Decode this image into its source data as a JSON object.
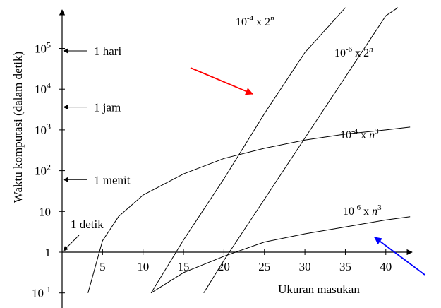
{
  "chart_data": {
    "type": "line",
    "ylabel": "Waktu komputasi (dalam detik)",
    "xlabel": "Ukuran masukan",
    "x_ticks": [
      "5",
      "10",
      "15",
      "20",
      "25",
      "30",
      "35",
      "40"
    ],
    "x_tick_values": [
      5,
      10,
      15,
      20,
      25,
      30,
      35,
      40
    ],
    "y_ticks": [
      {
        "value": -1,
        "base": "10",
        "sup": "-1"
      },
      {
        "value": 0,
        "base": "1",
        "sup": ""
      },
      {
        "value": 1,
        "base": "10",
        "sup": ""
      },
      {
        "value": 2,
        "base": "10",
        "sup": "2"
      },
      {
        "value": 3,
        "base": "10",
        "sup": "3"
      },
      {
        "value": 4,
        "base": "10",
        "sup": "4"
      },
      {
        "value": 5,
        "base": "10",
        "sup": "5"
      }
    ],
    "y_scale": "log10",
    "xlim": [
      0,
      43
    ],
    "ylim": [
      -1.2,
      6
    ],
    "annotations": [
      {
        "label": "1 hari",
        "log10_seconds": 4.94
      },
      {
        "label": "1 jam",
        "log10_seconds": 3.56
      },
      {
        "label": "1 menit",
        "log10_seconds": 1.78
      },
      {
        "label": "1 detik",
        "log10_seconds": 0
      }
    ],
    "series": [
      {
        "name": "10^-4 x 2^n",
        "label_base": "10",
        "label_exp": "-4",
        "label_mid": " x ",
        "label_var": "2",
        "label_var_exp": "n",
        "points": [
          [
            11,
            -1
          ],
          [
            15,
            0.3
          ],
          [
            20,
            1.8
          ],
          [
            25,
            3.4
          ],
          [
            30,
            4.9
          ],
          [
            35,
            6.0
          ]
        ]
      },
      {
        "name": "10^-6 x 2^n",
        "label_base": "10",
        "label_exp": "-6",
        "label_mid": " x ",
        "label_var": "2",
        "label_var_exp": "n",
        "points": [
          [
            17.5,
            -1
          ],
          [
            20,
            -0.2
          ],
          [
            25,
            1.3
          ],
          [
            30,
            2.8
          ],
          [
            35,
            4.3
          ],
          [
            40,
            5.8
          ],
          [
            41.5,
            6.0
          ]
        ]
      },
      {
        "name": "10^-4 x n^3",
        "label_base": "10",
        "label_exp": "-4",
        "label_mid": " x ",
        "label_var": "n",
        "label_var_exp": "3",
        "points": [
          [
            3.2,
            -1
          ],
          [
            5,
            0.28
          ],
          [
            7,
            0.88
          ],
          [
            10,
            1.4
          ],
          [
            15,
            1.92
          ],
          [
            20,
            2.3
          ],
          [
            25,
            2.55
          ],
          [
            30,
            2.75
          ],
          [
            35,
            2.9
          ],
          [
            40,
            3.0
          ],
          [
            43,
            3.07
          ]
        ]
      },
      {
        "name": "10^-6 x n^3",
        "label_base": "10",
        "label_exp": "-6",
        "label_mid": " x ",
        "label_var": "n",
        "label_var_exp": "3",
        "points": [
          [
            11,
            -1
          ],
          [
            15,
            -0.5
          ],
          [
            20,
            -0.1
          ],
          [
            25,
            0.25
          ],
          [
            30,
            0.45
          ],
          [
            35,
            0.62
          ],
          [
            40,
            0.79
          ],
          [
            43,
            0.87
          ]
        ]
      }
    ],
    "pointer_arrows": [
      {
        "color": "#ff0000",
        "target_series": "10^-4 x 2^n"
      },
      {
        "color": "#0000ff",
        "target_series": "10^-6 x n^3"
      }
    ]
  }
}
